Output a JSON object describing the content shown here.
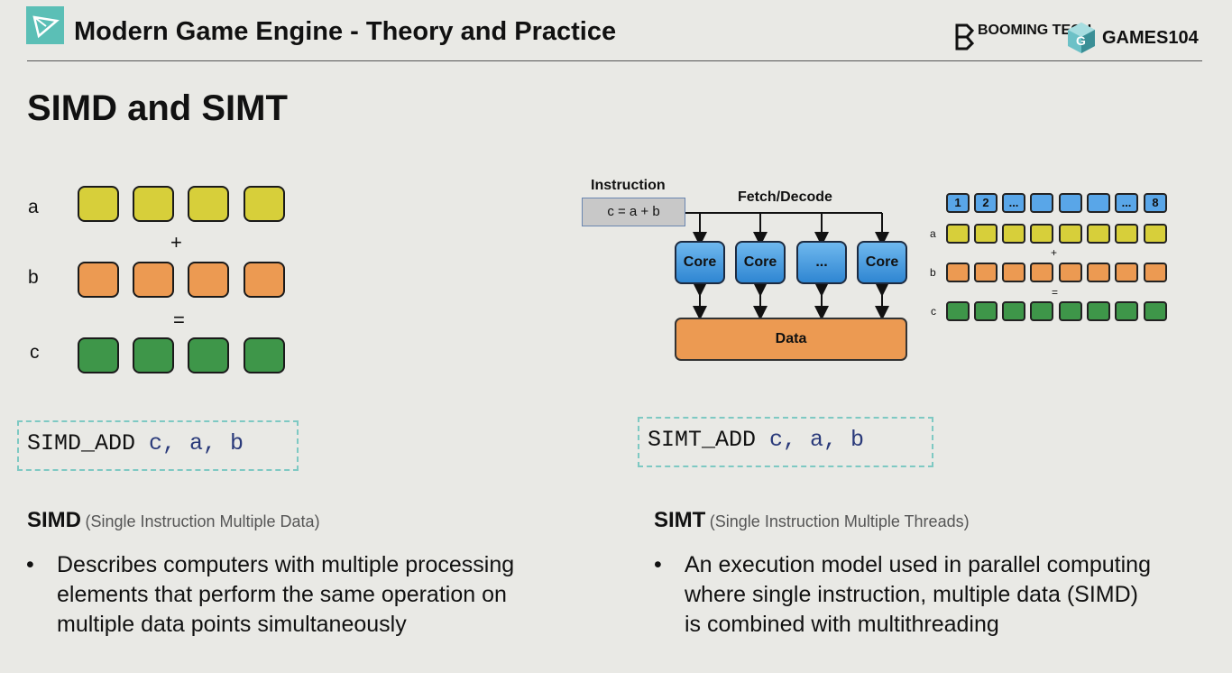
{
  "header": {
    "title": "Modern Game Engine - Theory and Practice",
    "logo_booming": "BOOMING TECH",
    "logo_games": "GAMES104"
  },
  "slide": {
    "title": "SIMD and SIMT"
  },
  "simd_diagram": {
    "row_a": "a",
    "row_b": "b",
    "row_c": "c",
    "plus": "+",
    "equals": "=",
    "colors": {
      "a": "#d7cf3a",
      "b": "#ec9a52",
      "c": "#3e9649"
    }
  },
  "simd_code": {
    "op": "SIMD_ADD",
    "args": "c, a, b"
  },
  "simt_code": {
    "op": "SIMT_ADD",
    "args": "c, a, b"
  },
  "simt_diagram": {
    "instruction_label": "Instruction",
    "instruction_text": "c = a + b",
    "fetch_decode": "Fetch/Decode",
    "cores": [
      "Core",
      "Core",
      "...",
      "Core"
    ],
    "data_label": "Data",
    "threads": [
      "1",
      "2",
      "...",
      "",
      "",
      "",
      "...",
      "8"
    ],
    "row_a": "a",
    "row_b": "b",
    "row_c": "c",
    "plus": "+",
    "equals": "="
  },
  "simd_section": {
    "heading": "SIMD",
    "subheading": "(Single Instruction Multiple Data)",
    "bullet_lines": [
      "Describes computers with multiple processing",
      "elements that perform the same operation on",
      "multiple data points simultaneously"
    ]
  },
  "simt_section": {
    "heading": "SIMT",
    "subheading": "(Single Instruction Multiple Threads)",
    "bullet_lines": [
      "An execution model used in parallel computing",
      "where single instruction, multiple data (SIMD)",
      "is combined with multithreading"
    ]
  },
  "bullet_symbol": "•"
}
